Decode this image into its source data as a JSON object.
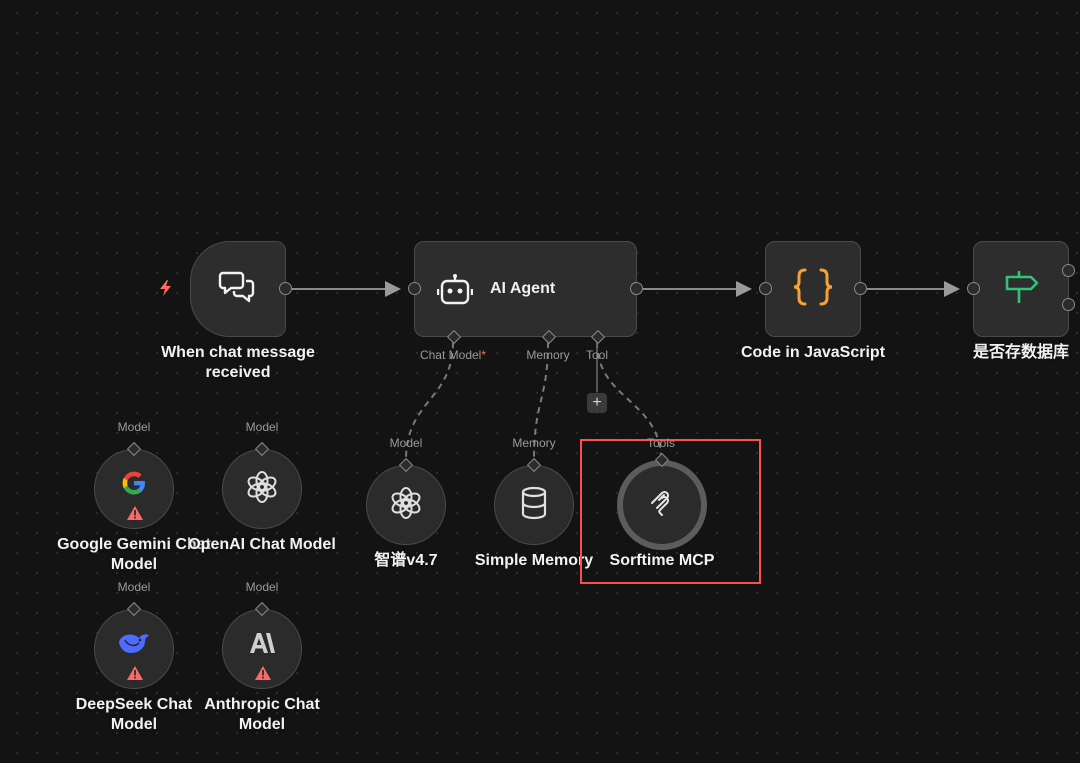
{
  "canvas": {
    "nodes": {
      "chat_trigger": {
        "label": "When chat message received",
        "icon": "chat-bubbles-icon"
      },
      "ai_agent": {
        "title": "AI Agent",
        "icon": "robot-icon"
      },
      "code_js": {
        "label": "Code in JavaScript",
        "icon": "curly-braces-icon"
      },
      "if_db": {
        "label": "是否存数据库",
        "icon": "signpost-icon"
      },
      "zhipu": {
        "label": "智谱v4.7",
        "icon": "openai-icon"
      },
      "simple_memory": {
        "label": "Simple Memory",
        "icon": "database-icon"
      },
      "sorftime_mcp": {
        "label": "Sorftime MCP",
        "icon": "mcp-icon"
      },
      "google_gemini": {
        "label": "Google Gemini Chat Model",
        "icon": "google-icon"
      },
      "openai_chat": {
        "label": "OpenAI Chat Model",
        "icon": "openai-icon"
      },
      "deepseek_chat": {
        "label": "DeepSeek Chat Model",
        "icon": "deepseek-icon"
      },
      "anthropic_chat": {
        "label": "Anthropic Chat Model",
        "icon": "anthropic-icon"
      }
    },
    "ports": {
      "chat_model": "Chat Model",
      "chat_model_required": "*",
      "memory": "Memory",
      "tool": "Tool",
      "model": "Model",
      "tools": "Tools"
    },
    "add_tool_symbol": "+",
    "colors": {
      "canvas_bg": "#131313",
      "node_bg": "#2d2d2d",
      "node_border": "#4a4a4a",
      "code_icon": "#f6a036",
      "if_icon": "#34c27a",
      "trigger_bolt": "#ff6d5a",
      "warning": "#ff6868",
      "highlight": "#ff4e4e"
    }
  }
}
